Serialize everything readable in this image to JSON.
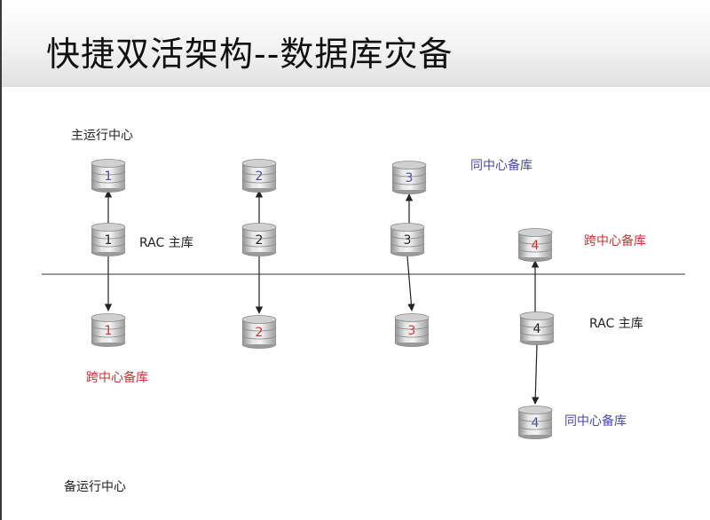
{
  "title": "快捷双活架构--数据库灾备",
  "labels": {
    "primary_center": "主运行中心",
    "standby_center": "备运行中心",
    "rac_primary_top": "RAC 主库",
    "rac_primary_bottom": "RAC 主库",
    "same_center_standby_top": "同中心备库",
    "cross_center_standby_top": "跨中心备库",
    "cross_center_standby_bottom": "跨中心备库",
    "same_center_standby_bottom": "同中心备库"
  },
  "colors": {
    "black_text": "#222222",
    "blue_text": "#4a4aa8",
    "red_text": "#d23030",
    "disk_dark": "#9a9a9a",
    "disk_light": "#e2e2e2"
  },
  "databases": [
    {
      "id": "db-1-top",
      "number": "1",
      "color": "blue"
    },
    {
      "id": "db-1-primary",
      "number": "1",
      "color": "black"
    },
    {
      "id": "db-1-bottom",
      "number": "1",
      "color": "red"
    },
    {
      "id": "db-2-top",
      "number": "2",
      "color": "blue"
    },
    {
      "id": "db-2-primary",
      "number": "2",
      "color": "black"
    },
    {
      "id": "db-2-bottom",
      "number": "2",
      "color": "red"
    },
    {
      "id": "db-3-top",
      "number": "3",
      "color": "blue"
    },
    {
      "id": "db-3-primary",
      "number": "3",
      "color": "black"
    },
    {
      "id": "db-3-bottom",
      "number": "3",
      "color": "red"
    },
    {
      "id": "db-4-top",
      "number": "4",
      "color": "red"
    },
    {
      "id": "db-4-primary",
      "number": "4",
      "color": "black"
    },
    {
      "id": "db-4-bottom",
      "number": "4",
      "color": "blue"
    }
  ]
}
